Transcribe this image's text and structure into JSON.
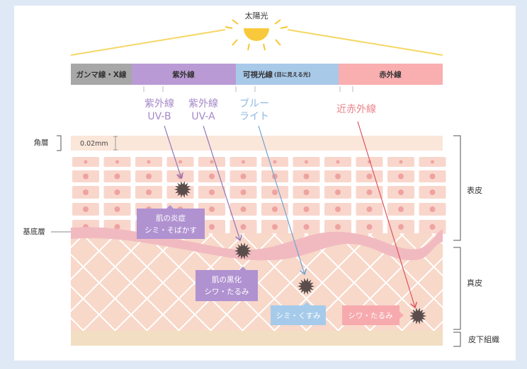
{
  "title": "太陽光",
  "spectrum": [
    {
      "label": "ガンマ線・X線",
      "color": "#a7a7a7"
    },
    {
      "label": "紫外線",
      "color": "#b99ad4"
    },
    {
      "label": "可視光線",
      "sub": "(目に見える光)",
      "color": "#a9c9e9"
    },
    {
      "label": "赤外線",
      "color": "#f9aeb0"
    }
  ],
  "rays": {
    "uvb": {
      "line1": "紫外線",
      "line2": "UV-B",
      "color": "#a689c8"
    },
    "uva": {
      "line1": "紫外線",
      "line2": "UV-A",
      "color": "#a689c8"
    },
    "blue": {
      "line1": "ブルー",
      "line2": "ライト",
      "color": "#8eb8df"
    },
    "nir": {
      "line1": "近赤外線",
      "color": "#e9848a"
    }
  },
  "layers": {
    "stratum_corneum": "角層",
    "thickness": "0.02mm",
    "basal": "基底層",
    "epidermis": "表皮",
    "dermis": "真皮",
    "subcutis": "皮下組織"
  },
  "effects": {
    "uvb": {
      "line1": "肌の炎症",
      "line2": "シミ・そばかす"
    },
    "uva": {
      "line1": "肌の黒化",
      "line2": "シワ・たるみ"
    },
    "blue": {
      "line1": "シミ・くすみ"
    },
    "nir": {
      "line1": "シワ・たるみ"
    }
  }
}
